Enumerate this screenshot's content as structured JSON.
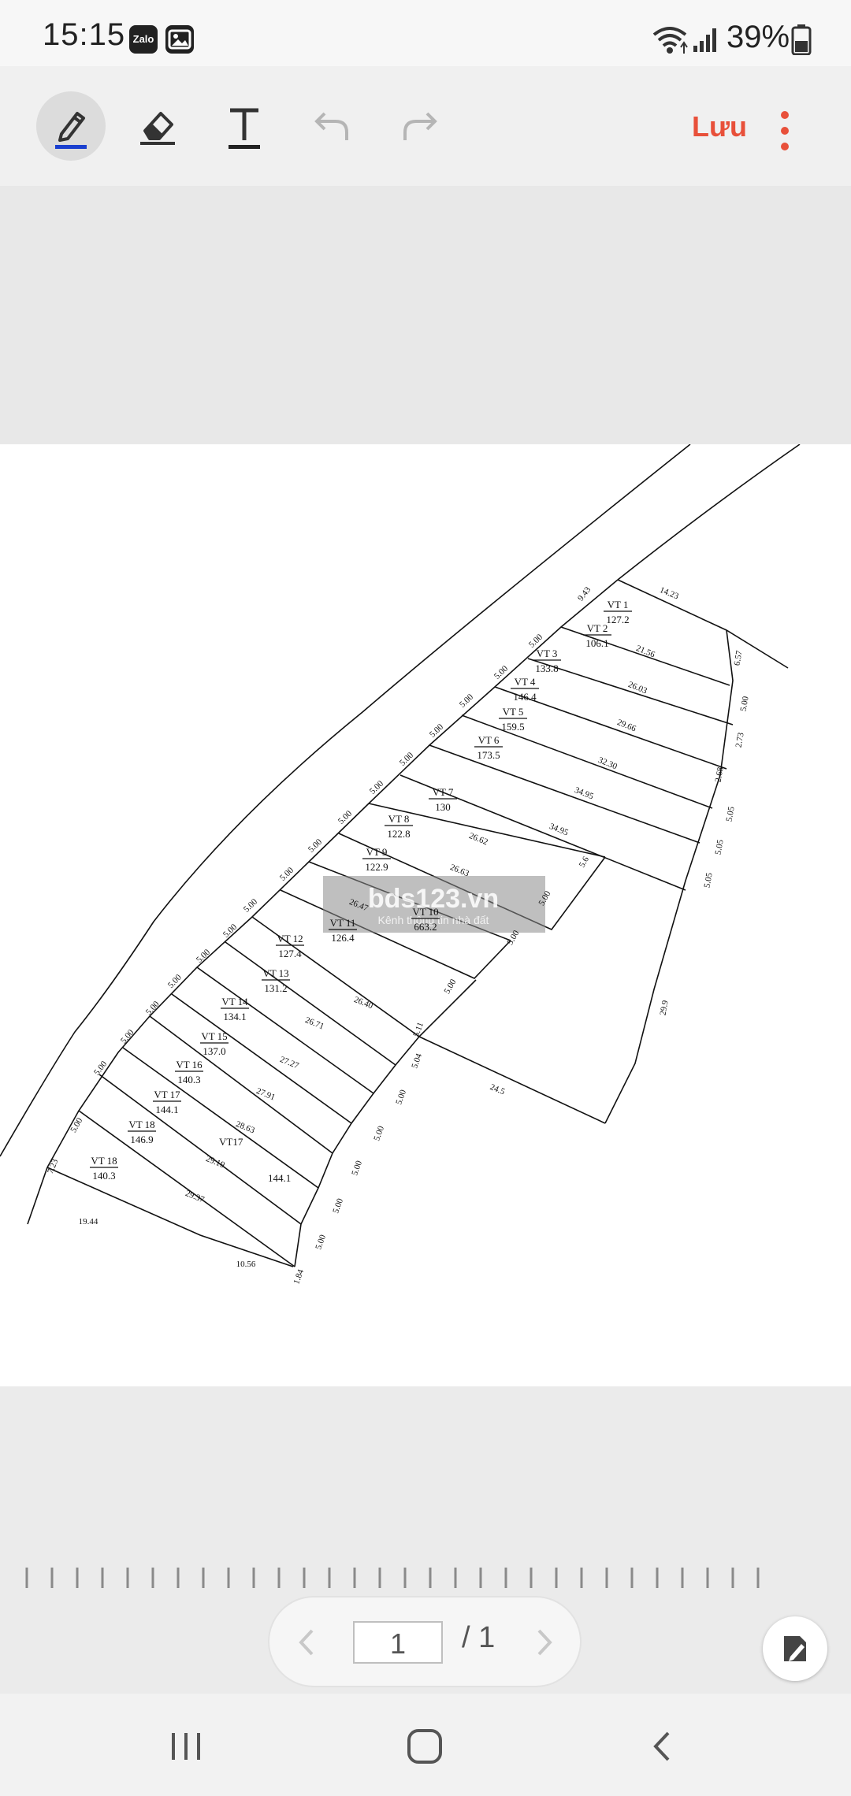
{
  "status": {
    "time": "15:15",
    "battery": "39%",
    "app_icons": [
      "zalo-icon",
      "gallery-icon"
    ],
    "zalo_label": "Zalo"
  },
  "toolbar": {
    "tools": [
      "pen-icon",
      "eraser-icon",
      "text-tool-icon",
      "undo-icon",
      "redo-icon"
    ],
    "save_label": "Lưu",
    "more_icon": "more-vertical-icon",
    "accent": "#e8503a",
    "active_underline": "#1a3fcf"
  },
  "document": {
    "watermark": "bds123.vn",
    "watermark_sub": "Kênh thông tin nhà đất",
    "plots": [
      {
        "name": "VT 1",
        "area": "127.2"
      },
      {
        "name": "VT 2",
        "area": "106.1"
      },
      {
        "name": "VT 3",
        "area": "133.8"
      },
      {
        "name": "VT 4",
        "area": "146.4"
      },
      {
        "name": "VT 5",
        "area": "159.5"
      },
      {
        "name": "VT 6",
        "area": "173.5"
      },
      {
        "name": "VT 7",
        "area": "130"
      },
      {
        "name": "VT 8",
        "area": "122.8"
      },
      {
        "name": "VT 9",
        "area": "122.9"
      },
      {
        "name": "VT 10",
        "area": "663.2"
      },
      {
        "name": "VT 11",
        "area": "126.4"
      },
      {
        "name": "VT 12",
        "area": "127.4"
      },
      {
        "name": "VT 13",
        "area": "131.2"
      },
      {
        "name": "VT 14",
        "area": "134.1"
      },
      {
        "name": "VT 15",
        "area": "137.0"
      },
      {
        "name": "VT 16",
        "area": "140.3"
      },
      {
        "name": "VT 17",
        "area": "144.1"
      },
      {
        "name": "VT 18",
        "area": "146.9"
      },
      {
        "name": "VT 18",
        "area": "140.3"
      }
    ],
    "extra_labels": [
      "VT17",
      "144.1"
    ],
    "front_dims": [
      "9.43",
      "5.00",
      "5.00",
      "5.00",
      "5.00",
      "5.00",
      "5.00",
      "5.00",
      "5.00",
      "5.00",
      "5.00",
      "5.00",
      "5.00",
      "5.00",
      "5.00",
      "5.00",
      "5.00",
      "5.00",
      "7.23"
    ],
    "depth_dims": [
      "14.23",
      "21.56",
      "26.03",
      "29.66",
      "32.30",
      "34.95",
      "34.95",
      "26.62",
      "26.63",
      "26.47",
      "26.40",
      "26.71",
      "27.27",
      "27.91",
      "28.63",
      "29.19",
      "29.37",
      "19.44",
      "10.56"
    ],
    "back_dims": [
      "6.57",
      "5.00",
      "2.73",
      "2.68",
      "5.05",
      "5.05",
      "5.05",
      "29.9",
      "5.6",
      "5.00",
      "5.00",
      "5.00",
      "5.11",
      "5.04",
      "5.00",
      "5.00",
      "5.00",
      "5.00",
      "5.00",
      "1.84",
      "24.5"
    ]
  },
  "pager": {
    "current": "1",
    "total": "/ 1",
    "prev_icon": "chevron-left-icon",
    "next_icon": "chevron-right-icon"
  },
  "fab_icon": "edit-document-icon",
  "navbar": {
    "icons": [
      "recents-icon",
      "home-icon",
      "back-icon"
    ]
  }
}
